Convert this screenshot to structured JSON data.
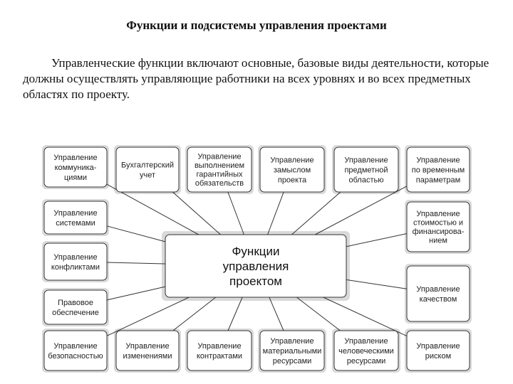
{
  "page": {
    "title": "Функции и подсистемы управления проектами",
    "intro": "Управленческие функции включают основные, базовые виды деятельности, которые должны осуществлять управляющие работники на всех уровнях и во всех предметных областях по проекту."
  },
  "diagram": {
    "center": {
      "lines": [
        "Функции",
        "управления",
        "проектом"
      ]
    },
    "nodes": [
      {
        "id": "communications",
        "lines": [
          "Управление",
          "коммуника-",
          "циями"
        ]
      },
      {
        "id": "accounting",
        "lines": [
          "Бухгалтерский",
          "учет"
        ]
      },
      {
        "id": "warranty",
        "lines": [
          "Управление",
          "выполнением",
          "гарантийных",
          "обязательств"
        ]
      },
      {
        "id": "concept",
        "lines": [
          "Управление",
          "замыслом",
          "проекта"
        ]
      },
      {
        "id": "scope",
        "lines": [
          "Управление",
          "предметной",
          "областью"
        ]
      },
      {
        "id": "time",
        "lines": [
          "Управление",
          "по временным",
          "параметрам"
        ]
      },
      {
        "id": "systems",
        "lines": [
          "Управление",
          "системами"
        ]
      },
      {
        "id": "cost",
        "lines": [
          "Управление",
          "стоимостью и",
          "финансирова-",
          "нием"
        ]
      },
      {
        "id": "conflicts",
        "lines": [
          "Управление",
          "конфликтами"
        ]
      },
      {
        "id": "quality",
        "lines": [
          "Управление",
          "качеством"
        ]
      },
      {
        "id": "legal",
        "lines": [
          "Правовое",
          "обеспечение"
        ]
      },
      {
        "id": "safety",
        "lines": [
          "Управление",
          "безопасностью"
        ]
      },
      {
        "id": "changes",
        "lines": [
          "Управление",
          "изменениями"
        ]
      },
      {
        "id": "contracts",
        "lines": [
          "Управление",
          "контрактами"
        ]
      },
      {
        "id": "material",
        "lines": [
          "Управление",
          "материальными",
          "ресурсами"
        ]
      },
      {
        "id": "human",
        "lines": [
          "Управление",
          "человеческими",
          "ресурсами"
        ]
      },
      {
        "id": "risk",
        "lines": [
          "Управление",
          "риском"
        ]
      }
    ]
  }
}
